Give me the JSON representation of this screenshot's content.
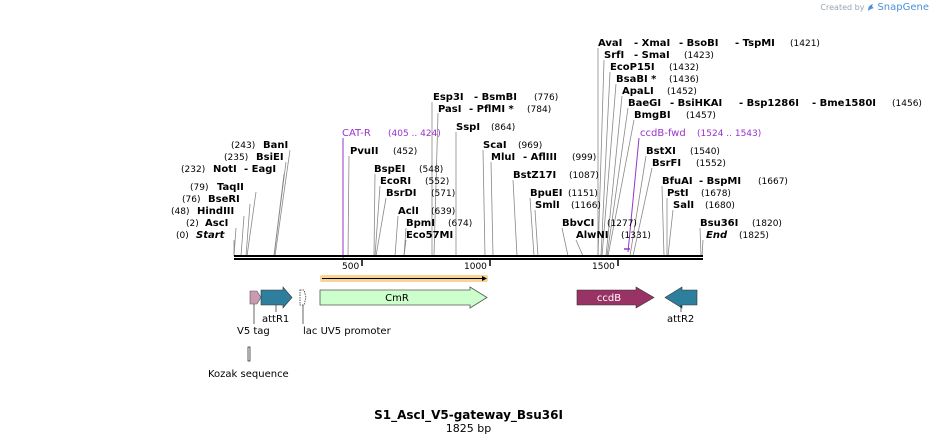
{
  "credit": {
    "prefix": "Created by",
    "brand": "SnapGene",
    "logo": "snapgene-logo-icon"
  },
  "title": "S1_AscI_V5-gateway_Bsu36I",
  "size": "1825 bp",
  "ticks": [
    {
      "label": "500",
      "pos": 500
    },
    {
      "label": "1000",
      "pos": 1000
    },
    {
      "label": "1500",
      "pos": 1500
    }
  ],
  "enzymes": [
    {
      "pos_label": "(0)",
      "name": "Start",
      "italic": true
    },
    {
      "pos_label": "(2)",
      "name": "AscI"
    },
    {
      "pos_label": "(48)",
      "name": "HindIII"
    },
    {
      "pos_label": "(76)",
      "name": "BseRI"
    },
    {
      "pos_label": "(79)",
      "name": "TaqII"
    },
    {
      "pos_label": "(232)",
      "name": "NotI",
      "name2": "- EagI"
    },
    {
      "pos_label": "(235)",
      "name": "BsiEI"
    },
    {
      "pos_label": "(243)",
      "name": "BanI"
    },
    {
      "name": "PvuII",
      "pos_label": "(452)"
    },
    {
      "name": "BspEI",
      "pos_label": "(548)"
    },
    {
      "name": "EcoRI",
      "pos_label": "(552)"
    },
    {
      "name": "BsrDI",
      "pos_label": "(571)"
    },
    {
      "name": "AclI",
      "pos_label": "(639)"
    },
    {
      "name": "BpmI",
      "pos_label": "(674)"
    },
    {
      "name": "Eco57MI",
      "pos_label": ""
    },
    {
      "name": "Esp3I",
      "name2": "- BsmBI",
      "pos_label": "(776)"
    },
    {
      "name": "PasI",
      "name2": "- PflMI *",
      "pos_label": "(784)"
    },
    {
      "name": "SspI",
      "pos_label": "(864)"
    },
    {
      "name": "ScaI",
      "pos_label": "(969)"
    },
    {
      "name": "MluI",
      "name2": "- AflIII",
      "pos_label": "(999)"
    },
    {
      "name": "BstZ17I",
      "pos_label": "(1087)"
    },
    {
      "name": "BpuEI",
      "pos_label": "(1151)"
    },
    {
      "name": "SmlI",
      "pos_label": "(1166)"
    },
    {
      "name": "BbvCI",
      "pos_label": "(1277)"
    },
    {
      "name": "AlwNI",
      "pos_label": "(1331)"
    },
    {
      "name": "AvaI",
      "name2": "- XmaI",
      "name3": "- BsoBI",
      "name4": "- TspMI",
      "pos_label": "(1421)"
    },
    {
      "name": "SrfI",
      "name2": "- SmaI",
      "pos_label": "(1423)"
    },
    {
      "name": "EcoP15I",
      "pos_label": "(1432)"
    },
    {
      "name": "BsaBI *",
      "pos_label": "(1436)"
    },
    {
      "name": "ApaLI",
      "pos_label": "(1452)"
    },
    {
      "name": "BaeGI",
      "name2": "- BsiHKAI",
      "name3": "- Bsp1286I",
      "name4": "- Bme1580I",
      "pos_label": "(1456)"
    },
    {
      "name": "BmgBI",
      "pos_label": "(1457)"
    },
    {
      "name": "BstXI",
      "pos_label": "(1540)"
    },
    {
      "name": "BsrFI",
      "pos_label": "(1552)"
    },
    {
      "name": "BfuAI",
      "name2": "- BspMI",
      "pos_label": "(1667)"
    },
    {
      "name": "PstI",
      "pos_label": "(1678)"
    },
    {
      "name": "SalI",
      "pos_label": "(1680)"
    },
    {
      "name": "Bsu36I",
      "pos_label": "(1820)"
    },
    {
      "name": "End",
      "italic": true,
      "pos_label": "(1825)"
    }
  ],
  "primers": [
    {
      "name": "CAT-R",
      "range": "(405 .. 424)",
      "color": "#9933cc"
    },
    {
      "name": "ccdB-fwd",
      "range": "(1524 .. 1543)",
      "color": "#9933cc"
    }
  ],
  "features": [
    {
      "name": "V5 tag",
      "color": "#c99bb0",
      "icon": "v5-tag-arrow-icon"
    },
    {
      "name": "attR1",
      "color": "#2e7f9e",
      "icon": "attr1-arrow-icon"
    },
    {
      "name": "lac UV5 promoter",
      "color": "#ffffff",
      "icon": "lac-uv5-promoter-icon"
    },
    {
      "name": "CmR",
      "color": "#ccffcc",
      "icon": "cmr-arrow-icon"
    },
    {
      "name": "ccdB",
      "color": "#993366",
      "icon": "ccdb-arrow-icon"
    },
    {
      "name": "attR2",
      "color": "#2e7f9e",
      "icon": "attr2-arrow-icon"
    },
    {
      "name": "Kozak sequence",
      "color": "#ffffff",
      "icon": "kozak-sequence-icon"
    }
  ],
  "orf_color": "#f5b041"
}
